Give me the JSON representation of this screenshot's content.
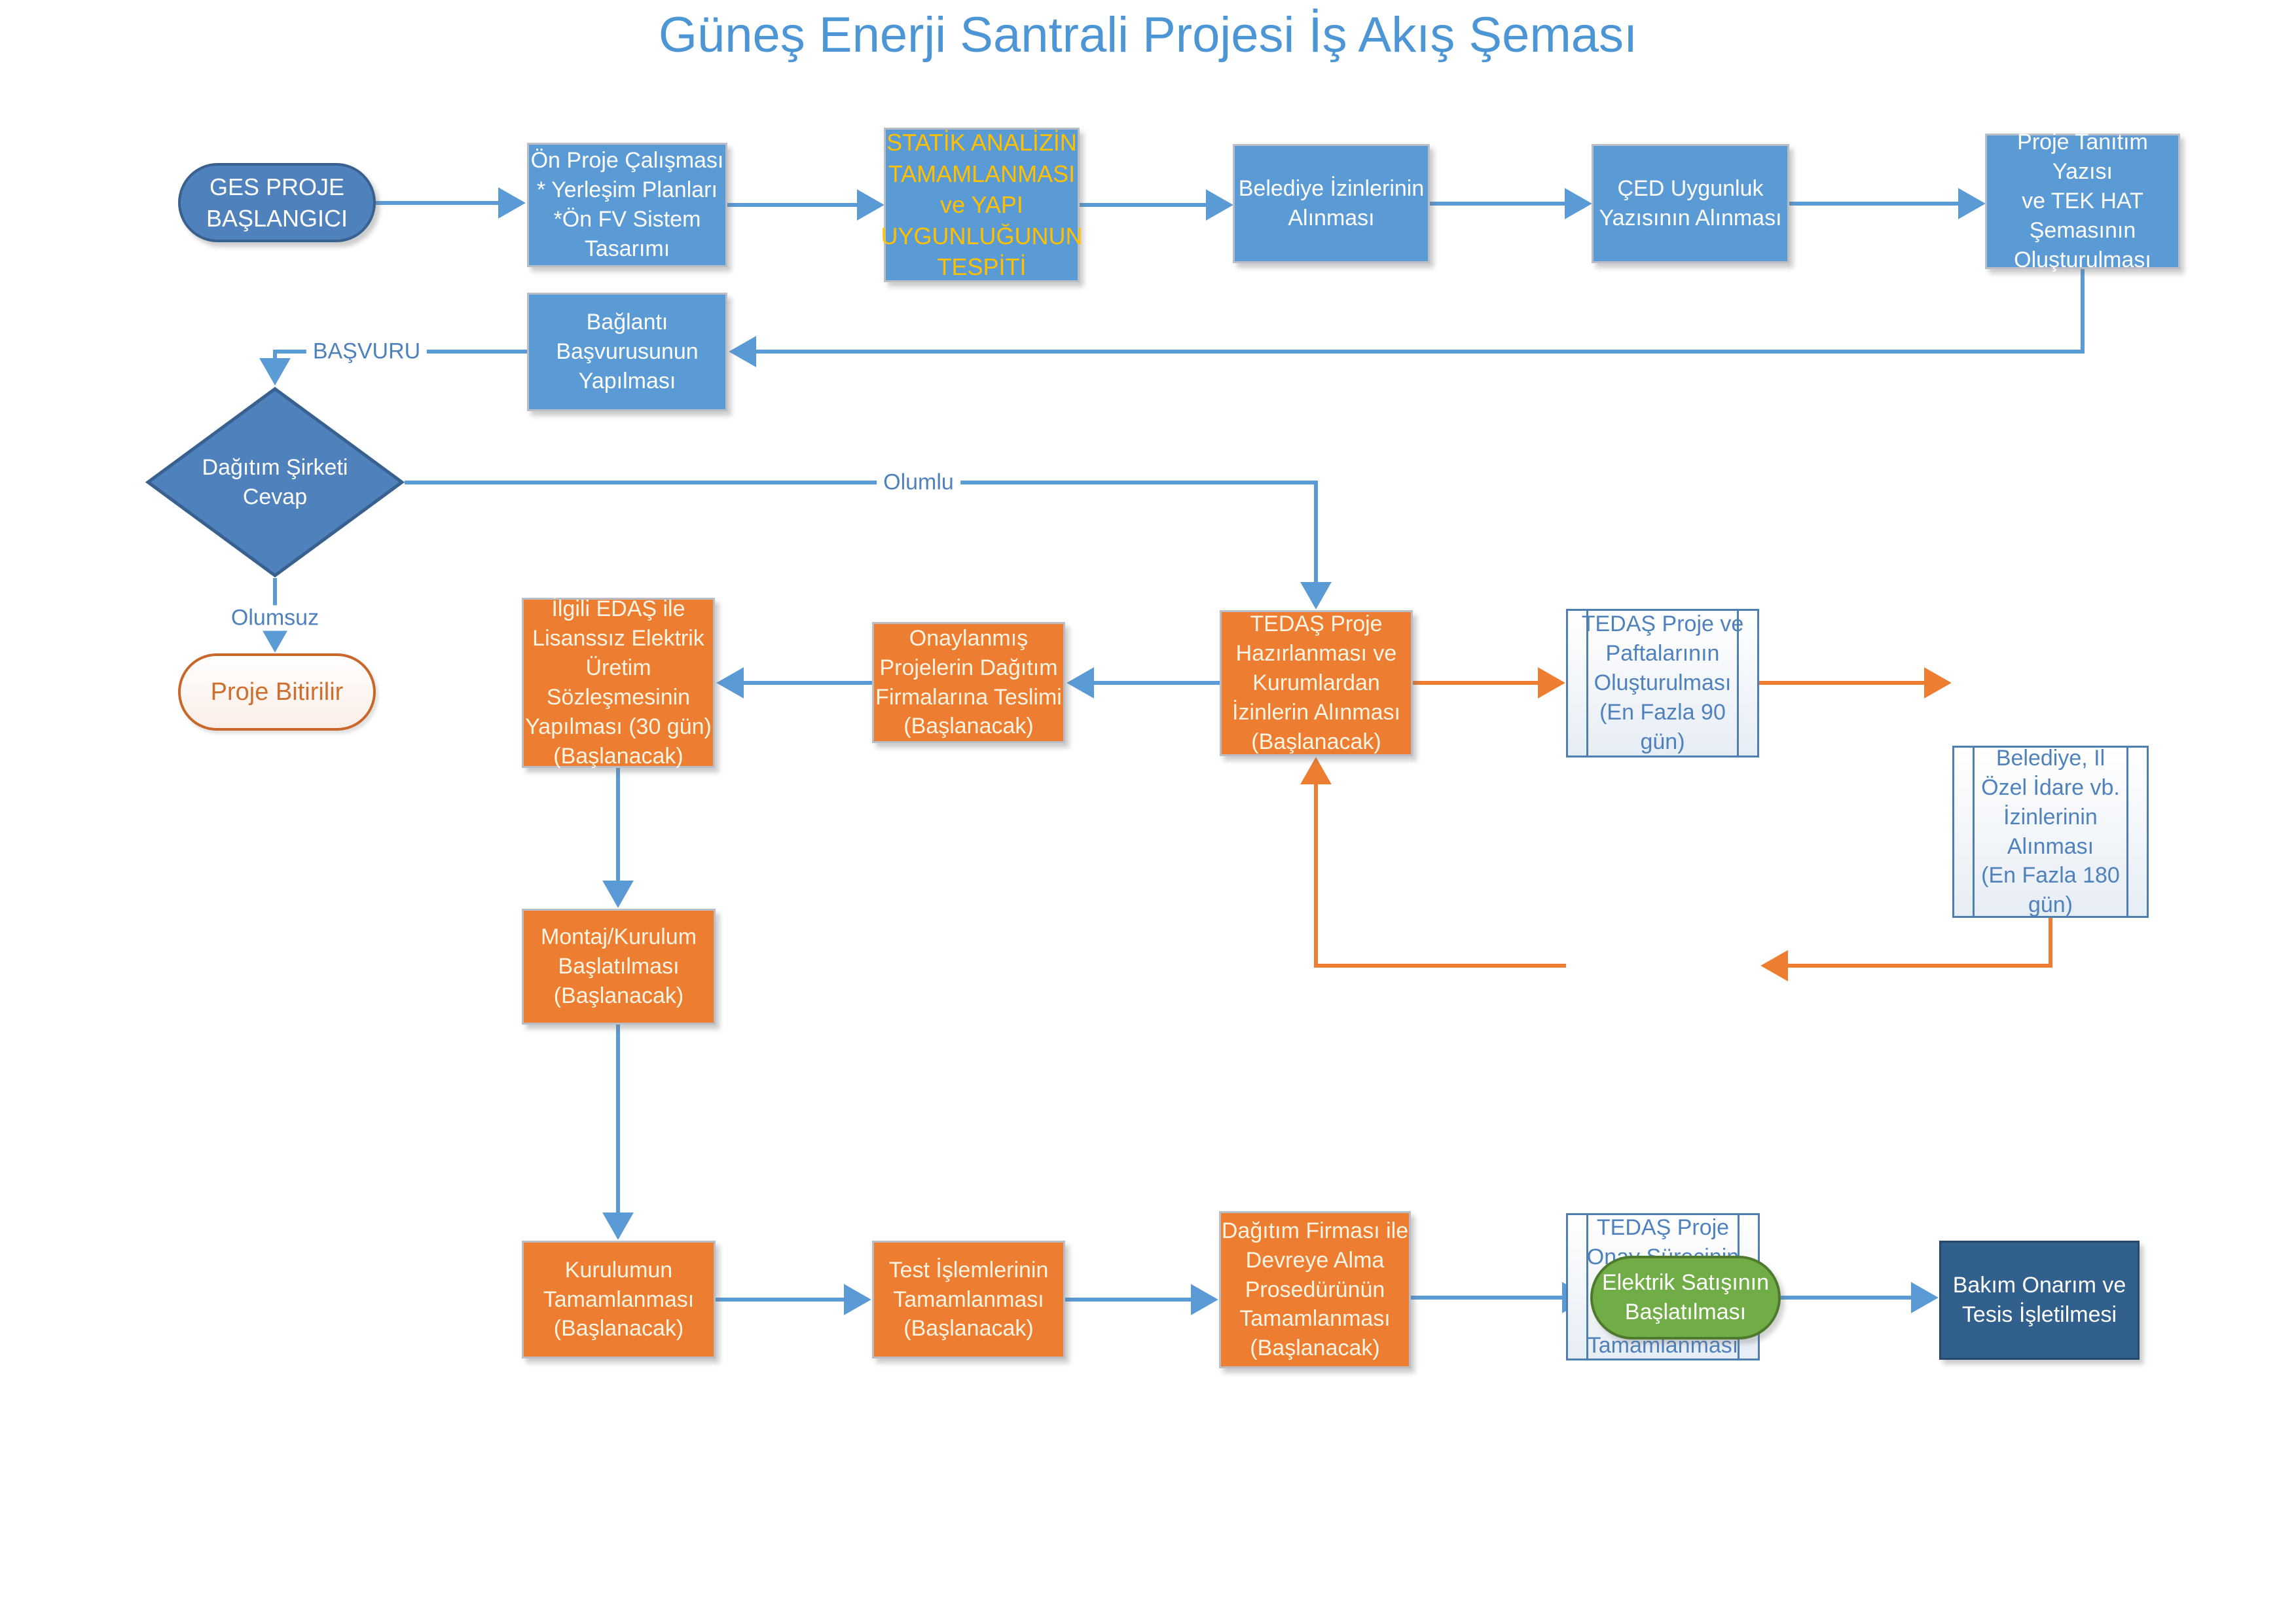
{
  "title": "Güneş Enerji Santrali Projesi İş Akış Şeması",
  "colors": {
    "title_text": "#4d96d5",
    "process_blue": "#5b9bd5",
    "terminator_blue": "#4f81bd",
    "process_orange": "#ed7d31",
    "predefined_border_blue": "#4e7fb0",
    "predefined_text_blue": "#4f81bd",
    "statik_text_yellow": "#ffc000",
    "end_green": "#70ad47",
    "maintenance_navy": "#31608c",
    "project_end_orange": "#c9662a",
    "arrow_blue": "#5b9bd5",
    "arrow_orange": "#ed7d31"
  },
  "nodes": {
    "ges_start": {
      "label": "GES PROJE\nBAŞLANGICI"
    },
    "on_proje": {
      "label": "Ön Proje Çalışması\n* Yerleşim Planları\n*Ön FV Sistem\nTasarımı"
    },
    "statik": {
      "label": "STATİK ANALİZİN\nTAMAMLANMASI\nve YAPI\nUYGUNLUĞUNUN\nTESPİTİ"
    },
    "belediye_izin": {
      "label": "Belediye İzinlerinin\nAlınması"
    },
    "ced": {
      "label": "ÇED Uygunluk\nYazısının Alınması"
    },
    "proje_tanitim": {
      "label": "Proje Tanıtım Yazısı\nve TEK HAT\nŞemasının\nOluşturulması"
    },
    "baglanti": {
      "label": "Bağlantı\nBaşvurusunun\nYapılması"
    },
    "dagitim_cevap": {
      "label": "Dağıtım Şirketi\nCevap"
    },
    "proje_bitirilir": {
      "label": "Proje Bitirilir"
    },
    "edas": {
      "label": "İlgili EDAŞ ile\nLisanssız Elektrik\nÜretim\nSözleşmesinin\nYapılması (30 gün)\n(Başlanacak)"
    },
    "onaylanmis": {
      "label": "Onaylanmış\nProjelerin Dağıtım\nFirmalarına Teslimi\n(Başlanacak)"
    },
    "tedas_hazirlanma": {
      "label": "TEDAŞ Proje\nHazırlanması ve\nKurumlardan\nİzinlerin Alınması\n(Başlanacak)"
    },
    "tedas_pafta": {
      "label": "TEDAŞ Proje ve\nPaftalarının\nOluşturulması\n(En Fazla 90\ngün)"
    },
    "belediye_ozel": {
      "label": "Belediye, İl\nÖzel İdare vb.\nİzinlerinin\nAlınması\n(En Fazla 180\ngün)"
    },
    "tedas_onay": {
      "label": "TEDAŞ Proje\nOnay Sürecinin\nve\nÖdemelerinin\nTamamlanması"
    },
    "montaj": {
      "label": "Montaj/Kurulum\nBaşlatılması\n(Başlanacak)"
    },
    "kurulum": {
      "label": "Kurulumun\nTamamlanması\n(Başlanacak)"
    },
    "test": {
      "label": "Test İşlemlerinin\nTamamlanması\n(Başlanacak)"
    },
    "dagitim_devreye": {
      "label": "Dağıtım Firması ile\nDevreye Alma\nProsedürünün\nTamamlanması\n(Başlanacak)"
    },
    "elektrik_satis": {
      "label": "Elektrik Satışının\nBaşlatılması"
    },
    "bakim": {
      "label": "Bakım Onarım ve\nTesis İşletilmesi"
    }
  },
  "edge_labels": {
    "basvuru": "BAŞVURU",
    "olumlu": "Olumlu",
    "olumsuz": "Olumsuz"
  }
}
